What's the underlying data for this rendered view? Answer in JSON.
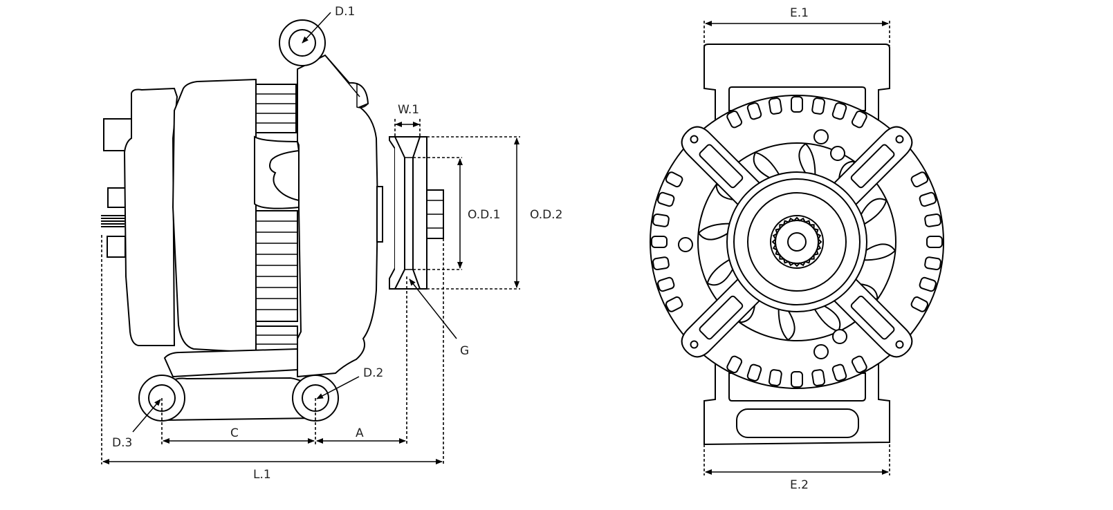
{
  "title": "Alternator dimension diagram",
  "side_view": {
    "labels": {
      "d1": "D.1",
      "d2": "D.2",
      "d3": "D.3",
      "w1": "W.1",
      "od1": "O.D.1",
      "od2": "O.D.2",
      "g": "G",
      "c": "C",
      "a": "A",
      "l1": "L.1"
    }
  },
  "front_view": {
    "labels": {
      "e1": "E.1",
      "e2": "E.2"
    }
  },
  "colors": {
    "line": "#000000",
    "background": "#ffffff"
  }
}
